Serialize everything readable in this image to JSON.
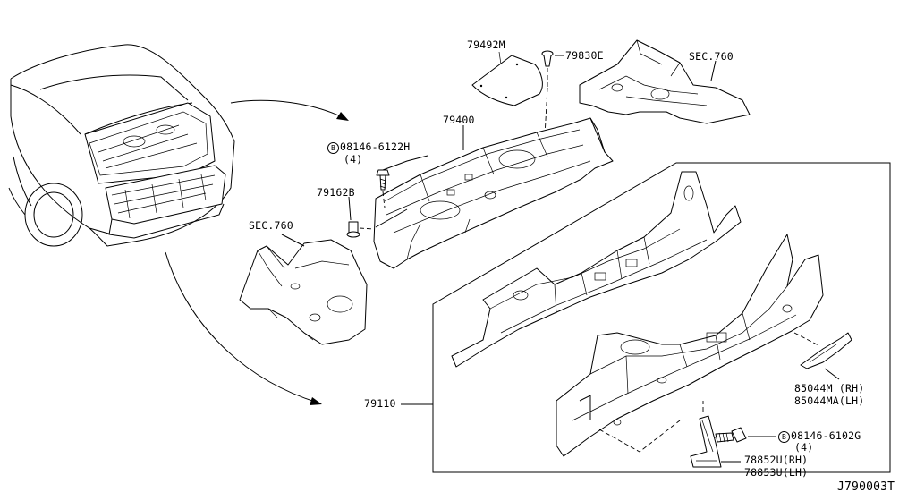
{
  "labels": {
    "part_79492m": "79492M",
    "part_79830e": "79830E",
    "sec_760_top": "SEC.760",
    "part_79400": "79400",
    "bolt_08146_6122h": "08146-6122H",
    "bolt_08146_6122h_qty": "(4)",
    "part_79162b": "79162B",
    "sec_760_left": "SEC.760",
    "part_79110": "79110",
    "part_85044m": "85044M (RH)",
    "part_85044ma": "85044MA(LH)",
    "bolt_08146_6102g": "08146-6102G",
    "bolt_08146_6102g_qty": "(4)",
    "part_78852u": "78852U(RH)",
    "part_78853u": "78853U(LH)",
    "diagram_code": "J790003T",
    "bolt_marker": "B"
  },
  "icons": {
    "bolt_marker": "circled-b-icon"
  }
}
